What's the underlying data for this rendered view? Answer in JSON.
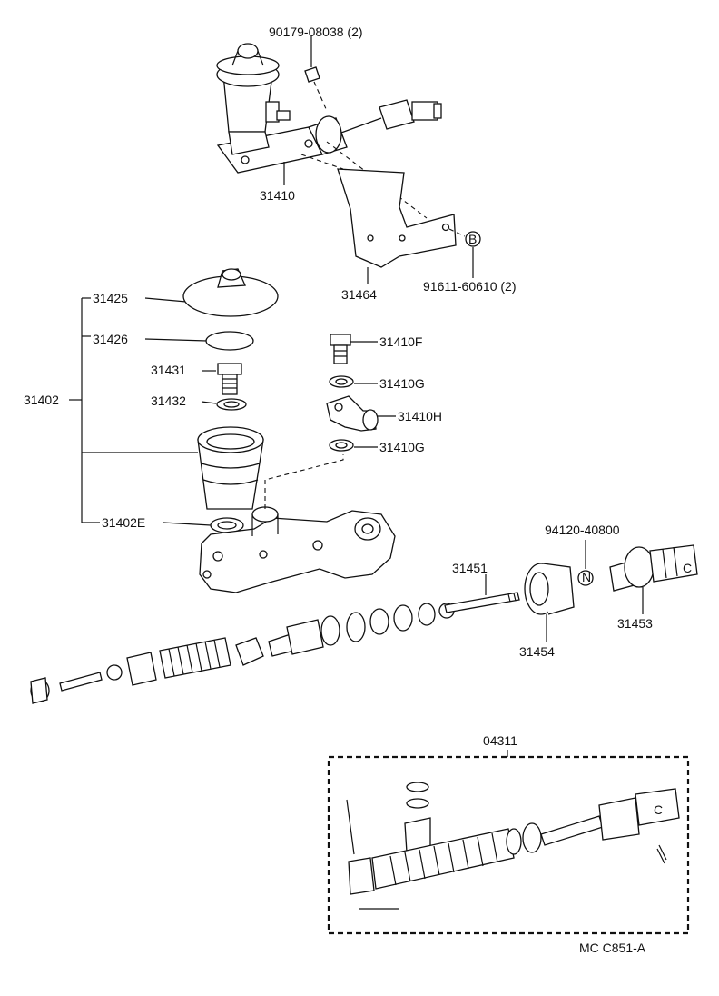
{
  "labels": {
    "bolt_top": "90179-08038 (2)",
    "master_cyl_assy": "31410",
    "bracket": "31464",
    "bolt_b": "91611-60610 (2)",
    "callout_b": "B",
    "cap": "31425",
    "diaphragm": "31426",
    "union_bolt": "31431",
    "gasket": "31432",
    "master_cyl": "31402",
    "grommet": "31402E",
    "bolt_f": "31410F",
    "gasket_g_top": "31410G",
    "union_h": "31410H",
    "gasket_g_bottom": "31410G",
    "clip_part": "94120-40800",
    "callout_n": "N",
    "push_rod": "31451",
    "boot": "31454",
    "clevis": "31453",
    "kit": "04311",
    "kit_clevis_letter": "C",
    "clevis_letter": "C",
    "drawing_code": "MC  C851-A"
  }
}
